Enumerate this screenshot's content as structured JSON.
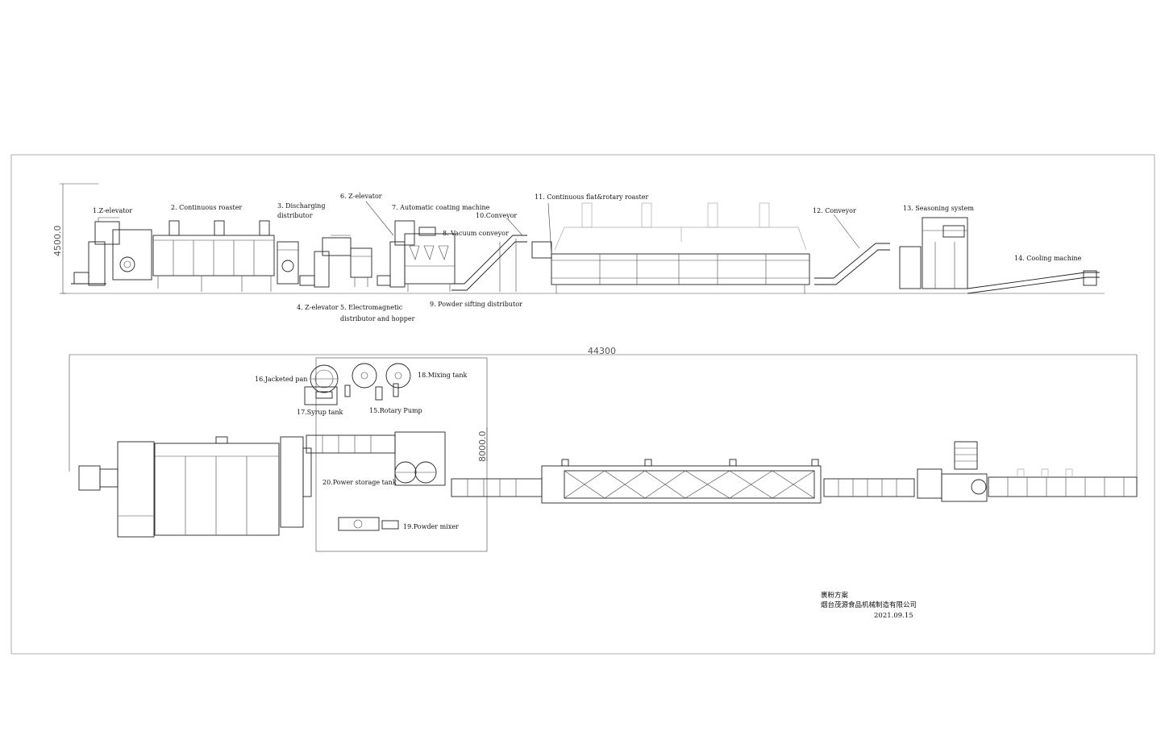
{
  "dimensions": {
    "total_length": "44300",
    "elevation_height": "4500.0",
    "plan_width": "8000.0"
  },
  "elevation_labels": {
    "z_elevator_1": "1.Z-elevator",
    "continuous_roaster": "2. Continuous roaster",
    "discharging_distributor_l1": "3. Discharging",
    "discharging_distributor_l2": "distributor",
    "z_elevator_4": "4. Z-elevator",
    "electromagnetic_distributor_l1": "5. Electromagnetic",
    "electromagnetic_distributor_l2": "distributor and hopper",
    "z_elevator_6": "6. Z-elevator",
    "coating_machine": "7. Automatic coating machine",
    "vacuum_conveyor": "8. Vacuum conveyor",
    "powder_sifting_distributor": "9. Powder sifting distributor",
    "conveyor_10": "10.Conveyor",
    "flat_rotary_roaster": "11. Continuous flat&rotary roaster",
    "conveyor_12": "12. Conveyor",
    "seasoning_system": "13. Seasoning system",
    "cooling_machine": "14. Cooling machine"
  },
  "plan_labels": {
    "rotary_pump": "15.Rotary Pump",
    "jacketed_pan": "16.Jacketed pan",
    "syrup_tank": "17.Syrup tank",
    "mixing_tank": "18.Mixing tank",
    "powder_mixer": "19.Powder mixer",
    "powder_storage_tank": "20.Power storage tank"
  },
  "title_block": {
    "scheme": "裹粉方案",
    "company": "烟台茂源食品机械制造有限公司",
    "date": "2021.09.15"
  }
}
